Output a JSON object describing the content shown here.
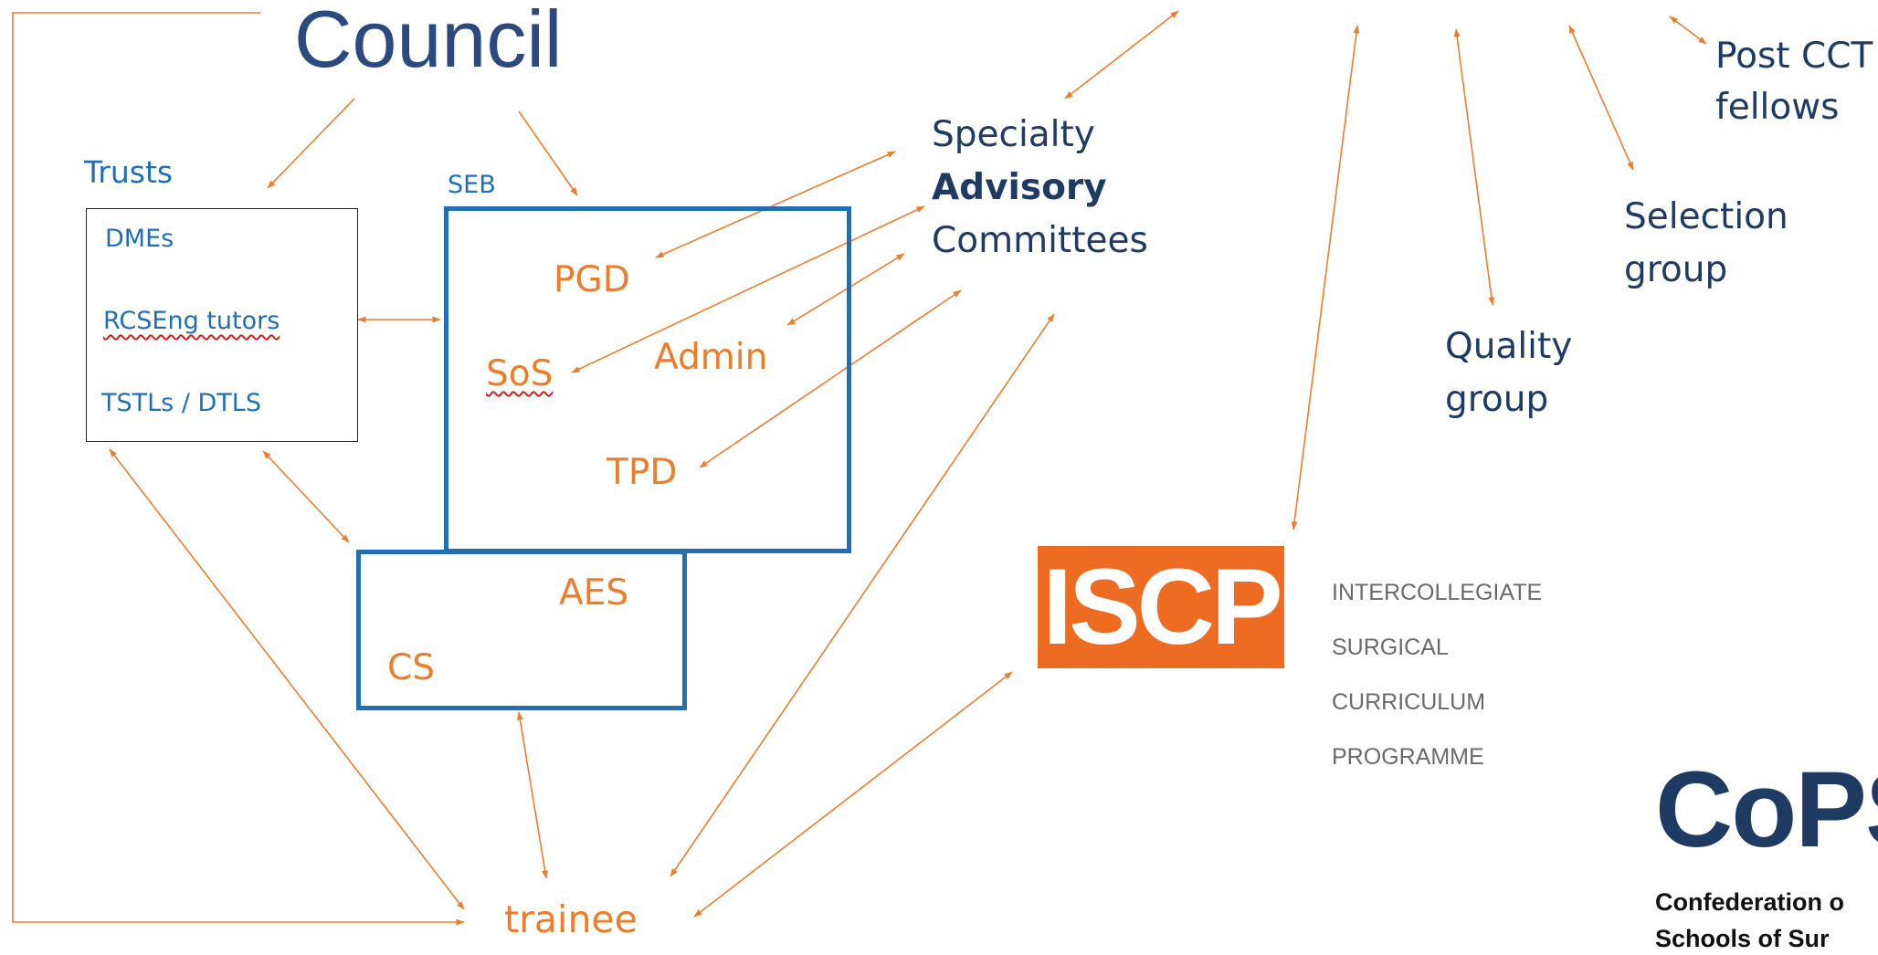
{
  "council": {
    "title": "Council"
  },
  "trusts": {
    "heading": "Trusts",
    "items": [
      "DMEs",
      "RCSEng tutors",
      "TSTLs / DTLS"
    ]
  },
  "seb": {
    "heading": "SEB",
    "roles": {
      "pgd": "PGD",
      "sos": "SoS",
      "admin": "Admin",
      "tpd": "TPD"
    }
  },
  "supervisors": {
    "aes": "AES",
    "cs": "CS"
  },
  "trainee": {
    "label": "trainee"
  },
  "sac": {
    "line1": "Specialty",
    "line2": "Advisory",
    "line3": "Committees"
  },
  "groups": {
    "quality": {
      "line1": "Quality",
      "line2": "group"
    },
    "selection": {
      "line1": "Selection",
      "line2": "group"
    },
    "post_cct": {
      "line1": "Post CCT",
      "line2": "fellows"
    }
  },
  "iscp": {
    "logo_text": "ISCP",
    "line1": "INTERCOLLEGIATE",
    "line2": "SURGICAL",
    "line3": "CURRICULUM",
    "line4": "PROGRAMME"
  },
  "copss": {
    "logo": "CoPS",
    "tagline1": "Confederation o",
    "tagline2": "Schools of Sur"
  },
  "colors": {
    "arrow": "#ee7d2b",
    "navy": "#1f3b63",
    "blue": "#1f6fb5",
    "orange": "#ee7d2b",
    "iscp": "#ee6c22"
  }
}
